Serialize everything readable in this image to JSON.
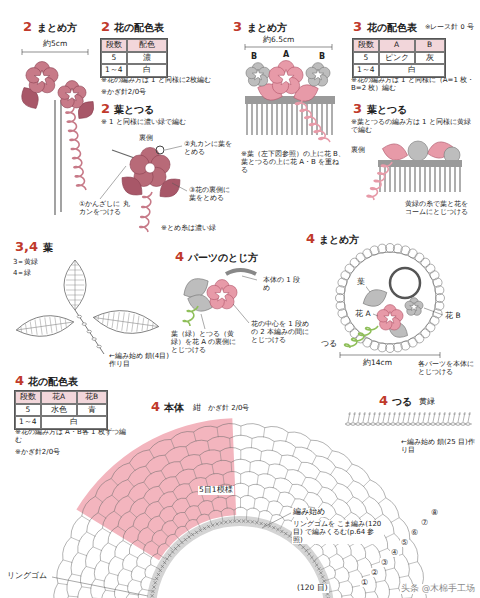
{
  "diagram": {
    "nodes": [
      {
        "text": [
          "段数",
          "配色",
          "5",
          "濃",
          "1～4",
          "白"
        ]
      },
      {
        "text": [
          "段数",
          "A",
          "B",
          "5",
          "ピンク",
          "灰",
          "1～4",
          "白"
        ]
      },
      {
        "text": [
          "段数",
          "花A",
          "花B",
          "5",
          "水色",
          "青",
          "1～4",
          "白"
        ]
      }
    ],
    "labels": [
      "2",
      "まとめ方",
      "約5cm",
      "2",
      "花の配色表",
      "※花の編み方は 1 と同様に2枚編む",
      "※かぎ針2/0号",
      "2",
      "葉とつる",
      "※ 1 と同様に濃い緑で編む",
      "裏側",
      "②丸カンに葉を とめる",
      "③花の裏側に 葉をとめる",
      "①かんざしに 丸カンをつける",
      "※とめ糸は濃い緑",
      "3",
      "まとめ方",
      "約6.5cm",
      "B",
      "A",
      "B",
      "※葉（左下図参照）の上に花 B、葉とつるの上に花 A・B を重ねる",
      "3",
      "花の配色表",
      "※レース針 0 号",
      "※花の編み方は 1 と同様に（A=1 枚・B=2 枚）編む",
      "3",
      "葉とつる",
      "※葉とつるの編み方は 1 と同様に黄緑で編む",
      "裏側",
      "黄緑の糸で葉と花をコームにとじつける",
      "3,4",
      "葉",
      "3＝黄緑",
      "4＝緑",
      "←編み始め 鎖(4目)作り目",
      "4",
      "パーツのとじ方",
      "本体の 1 段め",
      "葉（緑）とつる（黄緑）を花 A の裏側にとじつける",
      "花の中心を 1 段めの 2 本編みの間にとじつける",
      "4",
      "まとめ方",
      "葉",
      "花 A",
      "花 B",
      "つる",
      "各パーツを本体に とじつける",
      "約14cm",
      "4",
      "花の配色表",
      "※花の編み方は A・B各 1 枚ずつ編む",
      "※かぎ針2/0号",
      "4",
      "本体",
      "紺",
      "かぎ針 2/0号",
      "4",
      "つる",
      "黄緑",
      "←編み始め 鎖(25 目)作り目",
      "5目1模様",
      "編み始め",
      "リングゴムを こま編み(120 目) で編みくるむ(p.64 参照)",
      "リングゴム",
      "(120 目)",
      "①",
      "②",
      "③",
      "④",
      "⑤",
      "⑥",
      "⑦",
      "⑧",
      "头条 @木棉手工场"
    ]
  }
}
